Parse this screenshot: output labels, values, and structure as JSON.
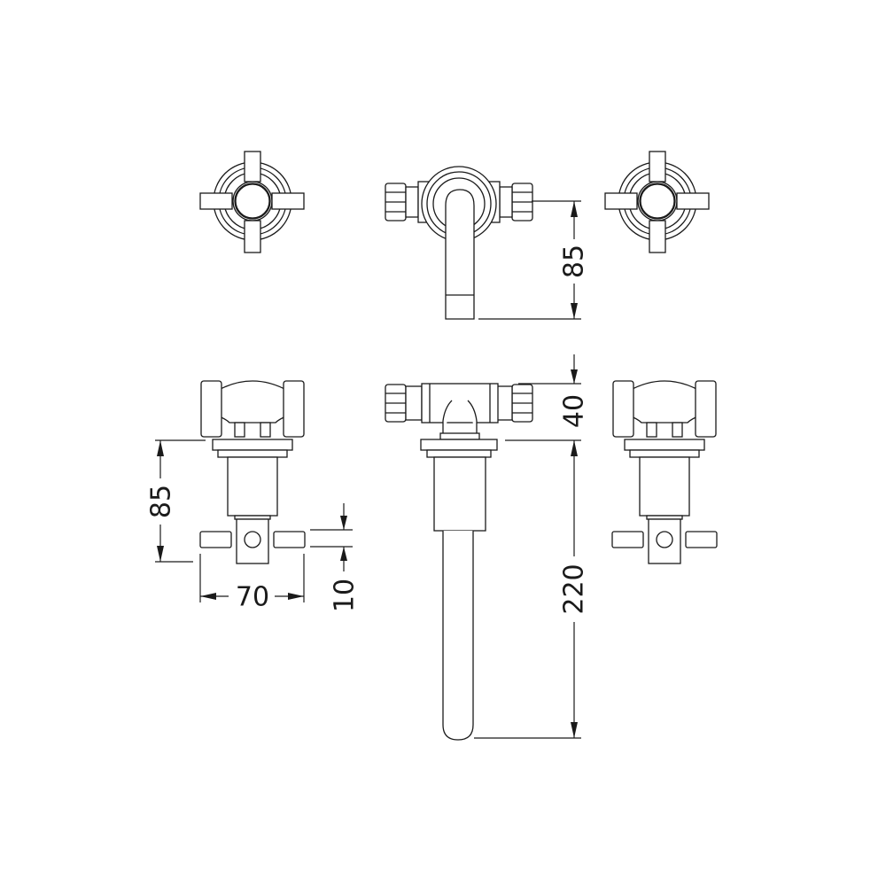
{
  "colors": {
    "line": "#1a1a1a",
    "background": "#ffffff"
  },
  "dimensions": {
    "spout_top_projection": "85",
    "valve_height": "85",
    "handle_width": "70",
    "handle_thickness": "10",
    "body_height": "40",
    "spout_length": "220"
  }
}
